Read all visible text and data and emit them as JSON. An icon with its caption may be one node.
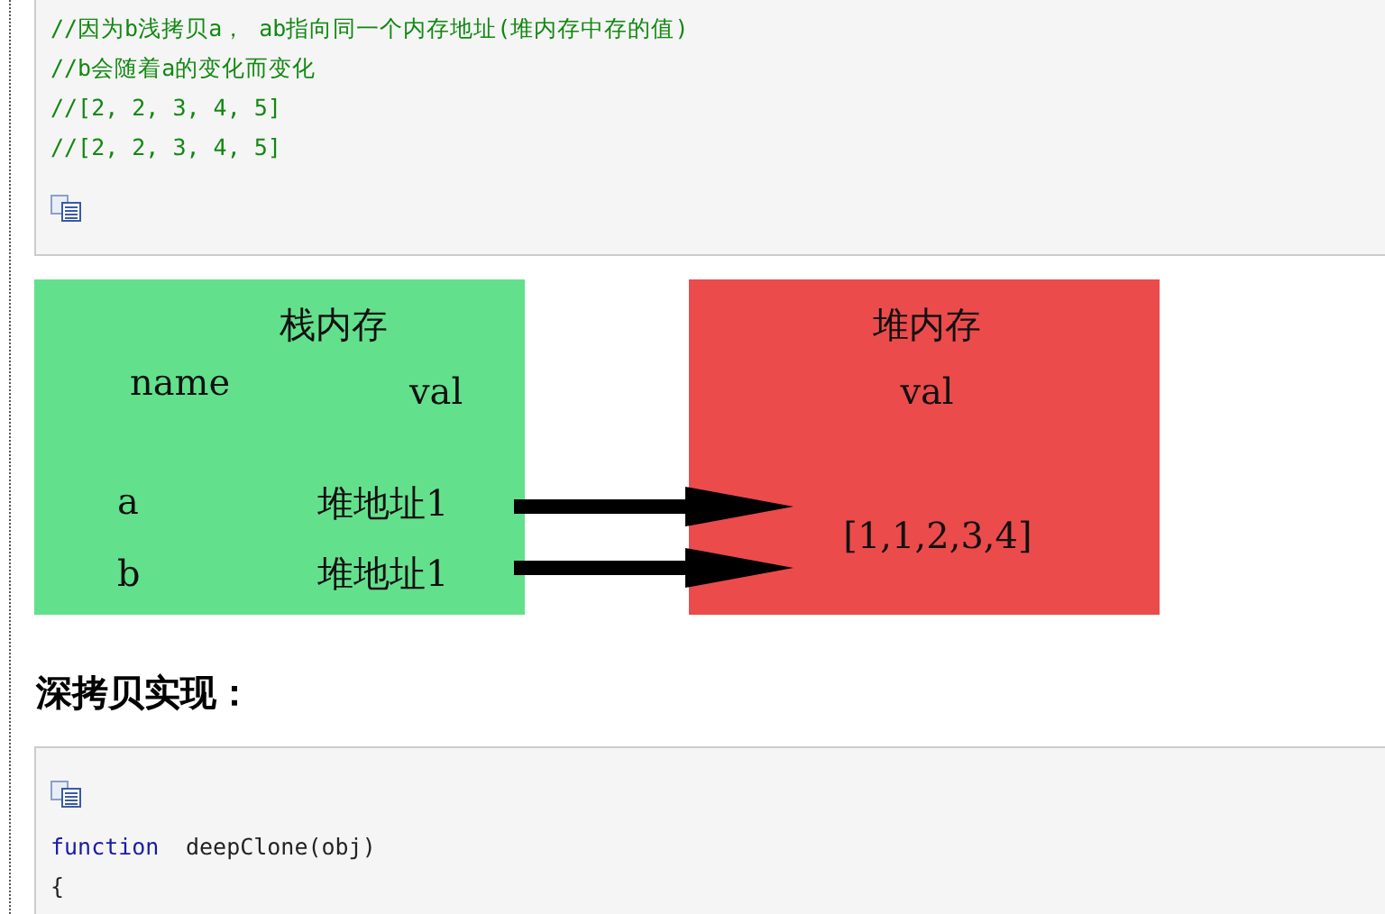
{
  "diagram": {
    "nodes": [
      {
        "text": [
          "栈内存",
          "name",
          "val",
          "a",
          "b"
        ]
      },
      {
        "text": [
          "堆地址1"
        ],
        "in": 0
      },
      {
        "text": [
          "堆地址1"
        ],
        "in": 0
      },
      {
        "text": [
          "堆内存",
          "val"
        ]
      },
      {
        "text": [
          "[1,1,2,3,4]"
        ],
        "in": 3
      }
    ],
    "edges": [
      {
        "from": 1,
        "to": 4,
        "arrow": "to"
      },
      {
        "from": 2,
        "to": 4,
        "arrow": "to"
      }
    ],
    "labels": [
      "//因为b浅拷贝a， ab指向同一个内存地址(堆内存中存的值)",
      "//b会随着a的变化而变化",
      "//[2, 2, 3, 4, 5]",
      "//[2, 2, 3, 4, 5]",
      "深拷贝实现：",
      "function",
      "deepClone(obj)",
      "{"
    ]
  }
}
